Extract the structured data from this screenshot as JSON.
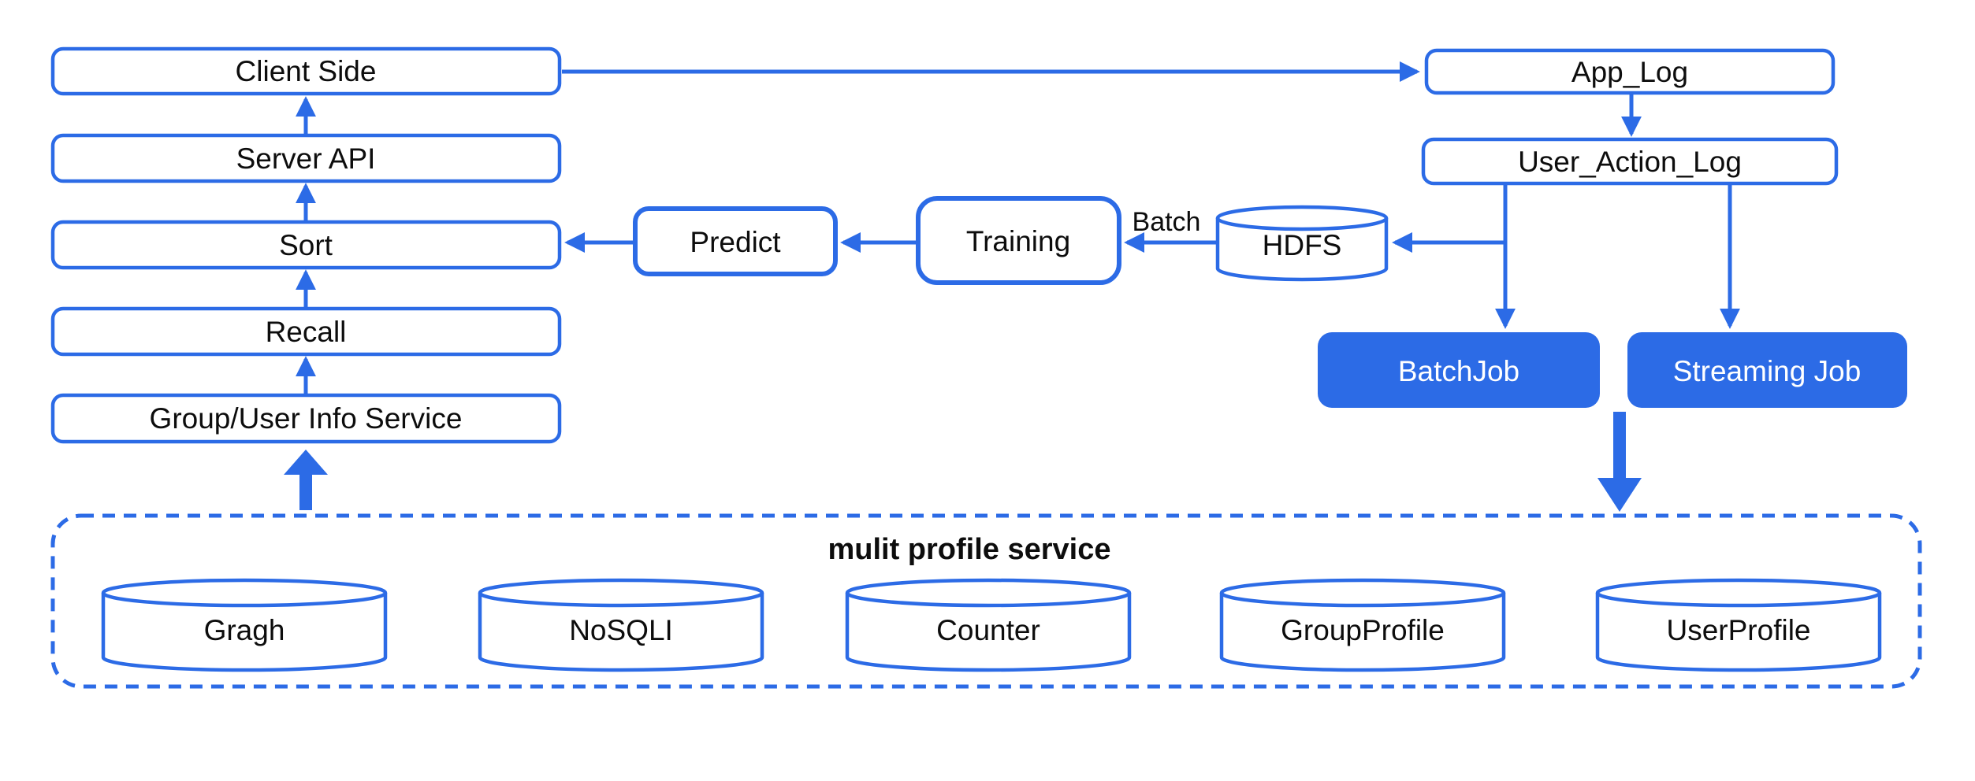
{
  "diagram": {
    "background": "#ffffff",
    "accent_blue": "#2c6be6",
    "text_color": "#0d0d0d",
    "nodes": {
      "client_side": {
        "label": "Client Side",
        "type": "box"
      },
      "server_api": {
        "label": "Server API",
        "type": "box"
      },
      "sort": {
        "label": "Sort",
        "type": "box"
      },
      "recall": {
        "label": "Recall",
        "type": "box"
      },
      "group_user_info": {
        "label": "Group/User Info Service",
        "type": "box"
      },
      "predict": {
        "label": "Predict",
        "type": "box"
      },
      "training": {
        "label": "Training",
        "type": "box"
      },
      "hdfs": {
        "label": "HDFS",
        "type": "cylinder"
      },
      "app_log": {
        "label": "App_Log",
        "type": "box"
      },
      "user_action_log": {
        "label": "User_Action_Log",
        "type": "box"
      },
      "batch_job": {
        "label": "BatchJob",
        "type": "filled-box"
      },
      "streaming_job": {
        "label": "Streaming Job",
        "type": "filled-box"
      }
    },
    "edge_labels": {
      "batch": "Batch"
    },
    "edges": [
      {
        "from": "group_user_info",
        "to": "recall"
      },
      {
        "from": "recall",
        "to": "sort"
      },
      {
        "from": "sort",
        "to": "server_api"
      },
      {
        "from": "server_api",
        "to": "client_side"
      },
      {
        "from": "client_side",
        "to": "app_log"
      },
      {
        "from": "app_log",
        "to": "user_action_log"
      },
      {
        "from": "user_action_log",
        "to": "hdfs"
      },
      {
        "from": "user_action_log",
        "to": "batch_job"
      },
      {
        "from": "user_action_log",
        "to": "streaming_job"
      },
      {
        "from": "hdfs",
        "to": "training",
        "label": "Batch"
      },
      {
        "from": "training",
        "to": "predict"
      },
      {
        "from": "predict",
        "to": "sort"
      },
      {
        "from": "multi_profile_service",
        "to": "group_user_info",
        "style": "thick"
      },
      {
        "from": "streaming_job",
        "to": "multi_profile_service",
        "style": "thick"
      }
    ],
    "container": {
      "title": "mulit profile service",
      "stores": [
        {
          "label": "Gragh"
        },
        {
          "label": "NoSQLI"
        },
        {
          "label": "Counter"
        },
        {
          "label": "GroupProfile"
        },
        {
          "label": "UserProfile"
        }
      ]
    }
  }
}
